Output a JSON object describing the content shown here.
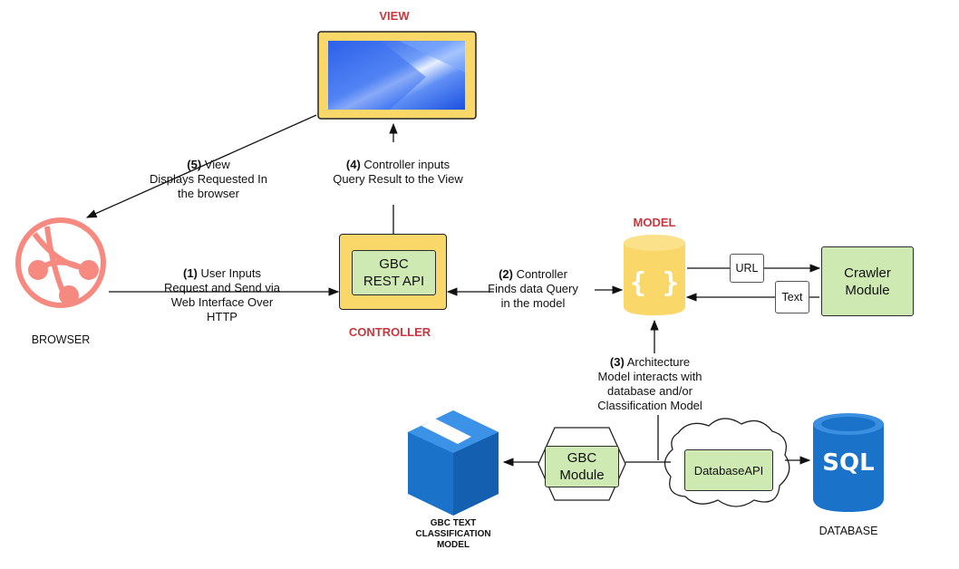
{
  "view": {
    "title": "VIEW"
  },
  "browser": {
    "caption": "BROWSER"
  },
  "controller": {
    "title": "CONTROLLER",
    "box_line1": "GBC",
    "box_line2": "REST API"
  },
  "model": {
    "title": "MODEL"
  },
  "crawler": {
    "line1": "Crawler",
    "line2": "Module",
    "url_label": "URL",
    "text_label": "Text"
  },
  "steps": {
    "s1": {
      "num": "(1)",
      "l1": " User Inputs",
      "l2": "Request and Send via",
      "l3": "Web Interface Over",
      "l4": "HTTP"
    },
    "s2": {
      "num": "(2)",
      "l1": " Controller",
      "l2": "Finds data  Query",
      "l3": "in the model"
    },
    "s3": {
      "num": "(3)",
      "l1": "  Architecture",
      "l2": "Model interacts with",
      "l3": "database and/or",
      "l4": "Classification Model"
    },
    "s4": {
      "num": "(4)",
      "l1": " Controller inputs",
      "l2": "Query Result to the View"
    },
    "s5": {
      "num": "(5)",
      "l1": " View",
      "l2": "Displays Requested In",
      "l3": "the browser"
    }
  },
  "gbc_module": {
    "line1": "GBC",
    "line2": "Module"
  },
  "database_api": {
    "label": "DatabaseAPI"
  },
  "database": {
    "caption": "DATABASE",
    "icon_text": "SQL"
  },
  "classification": {
    "line1": "GBC TEXT",
    "line2": "CLASSIFICATION",
    "line3": "MODEL"
  },
  "colors": {
    "red_title": "#c8373e",
    "green_box": "#cfe9b3",
    "yellow": "#f9d768",
    "browser_icon": "#f68a80",
    "azure_blue": "#1a73c9"
  }
}
